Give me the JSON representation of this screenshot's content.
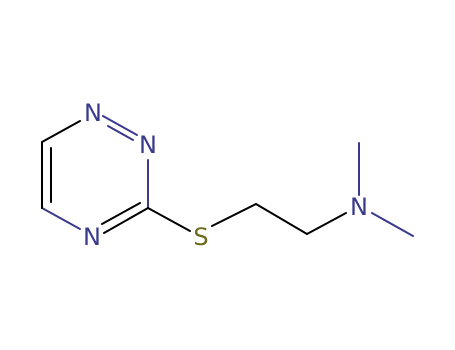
{
  "molecule": {
    "atoms": [
      {
        "id": "n1",
        "symbol": "N",
        "color": "#3a3a8c"
      },
      {
        "id": "n2",
        "symbol": "N",
        "color": "#3a3a8c"
      },
      {
        "id": "n4",
        "symbol": "N",
        "color": "#3a3a8c"
      },
      {
        "id": "s",
        "symbol": "S",
        "color": "#6b6b1a"
      },
      {
        "id": "namine",
        "symbol": "N",
        "color": "#3a3a8c"
      }
    ],
    "bond_color": "#000000"
  }
}
